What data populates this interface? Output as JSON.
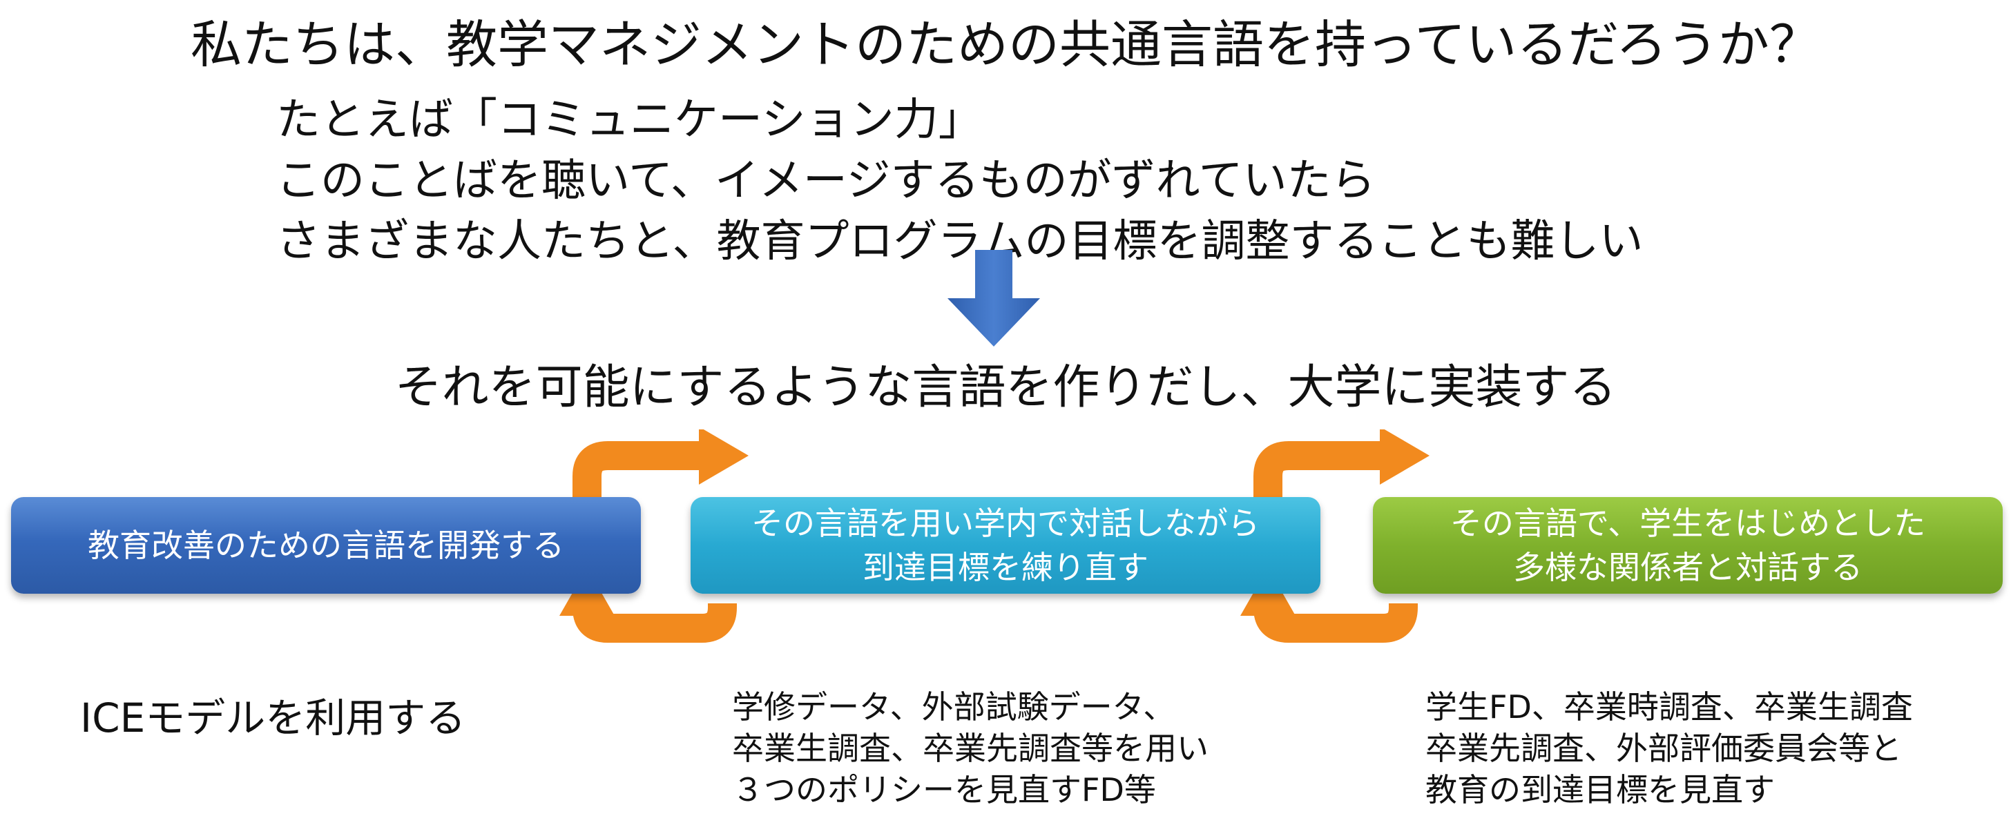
{
  "title": "私たちは、教学マネジメントのための共通言語を持っているだろうか？",
  "intro_lines": [
    "たとえば「コミュニケーション力」",
    "このことばを聴いて、イメージするものがずれていたら",
    "さまざまな人たちと、教育プログラムの目標を調整することも難しい"
  ],
  "subtitle": "それを可能にするような言語を作りだし、大学に実装する",
  "steps": [
    {
      "lines": [
        "教育改善のための言語を開発する"
      ]
    },
    {
      "lines": [
        "その言語を用い学内で対話しながら",
        "到達目標を練り直す"
      ]
    },
    {
      "lines": [
        "その言語で、学生をはじめとした",
        "多様な関係者と対話する"
      ]
    }
  ],
  "notes": [
    {
      "lines": [
        "ICEモデルを利用する"
      ]
    },
    {
      "lines": [
        "学修データ、外部試験データ、",
        "卒業生調査、卒業先調査等を用い",
        "３つのポリシーを見直すFD等"
      ]
    },
    {
      "lines": [
        "学生FD、卒業時調査、卒業生調査",
        "卒業先調査、外部評価委員会等と",
        "教育の到達目標を見直す"
      ]
    }
  ],
  "colors": {
    "arrow_blue": "#3b6fc2",
    "loop_orange": "#f28a1e",
    "box_1": "#3568bb",
    "box_2": "#28a9d2",
    "box_3": "#7fb12c"
  }
}
